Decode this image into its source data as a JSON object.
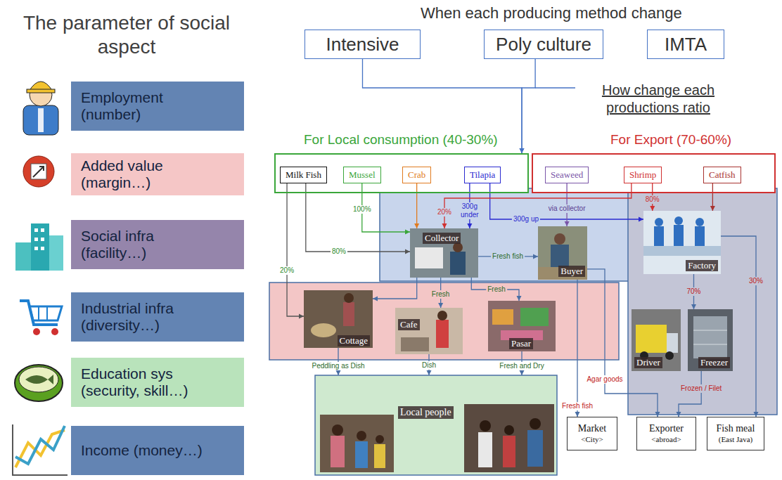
{
  "diagram": {
    "title": "The parameter of social aspect",
    "nodes": [
      {
        "text": [
          "Employment (number)"
        ]
      },
      {
        "text": [
          "Added value (margin…)"
        ]
      },
      {
        "text": [
          "Social infra (facility…)"
        ]
      },
      {
        "text": [
          "Industrial infra (diversity…)"
        ]
      },
      {
        "text": [
          "Education sys (security, skill…)"
        ]
      },
      {
        "text": [
          "Income (money…)"
        ]
      },
      {
        "text": [
          "Intensive"
        ]
      },
      {
        "text": [
          "Poly culture"
        ]
      },
      {
        "text": [
          "IMTA"
        ]
      },
      {
        "text": [
          "For Local consumption (40-30%)"
        ]
      },
      {
        "text": [
          "Milk Fish"
        ],
        "in": 9
      },
      {
        "text": [
          "Mussel"
        ],
        "in": 9
      },
      {
        "text": [
          "Crab"
        ],
        "in": 9
      },
      {
        "text": [
          "Tilapia"
        ],
        "in": 9
      },
      {
        "text": [
          "For Export (70-60%)"
        ]
      },
      {
        "text": [
          "Seaweed"
        ],
        "in": 14
      },
      {
        "text": [
          "Shrimp"
        ],
        "in": 14
      },
      {
        "text": [
          "Catfish"
        ],
        "in": 14
      },
      {
        "text": [
          "Collector"
        ]
      },
      {
        "text": [
          "Buyer"
        ]
      },
      {
        "text": [
          "Factory"
        ]
      },
      {
        "text": [
          "Cottage"
        ]
      },
      {
        "text": [
          "Cafe"
        ]
      },
      {
        "text": [
          "Pasar"
        ]
      },
      {
        "text": [
          "Driver"
        ]
      },
      {
        "text": [
          "Freezer"
        ]
      },
      {
        "text": [
          "Local people"
        ]
      },
      {
        "text": [
          "Market",
          "<City>"
        ]
      },
      {
        "text": [
          "Exporter",
          "<abroad>"
        ]
      },
      {
        "text": [
          "Fish meal",
          "(East Java)"
        ]
      }
    ],
    "edges": [
      {
        "from": 6,
        "to": 9,
        "arrow": "to"
      },
      {
        "from": 7,
        "to": 9,
        "arrow": "to"
      },
      {
        "from": 10,
        "to": 18,
        "label": "80%",
        "arrow": "to"
      },
      {
        "from": 10,
        "to": 21,
        "label": "20%",
        "arrow": "to"
      },
      {
        "from": 11,
        "to": 18,
        "label": "100%",
        "arrow": "to"
      },
      {
        "from": 12,
        "to": 18,
        "arrow": "to"
      },
      {
        "from": 13,
        "to": 18,
        "label": "300g under",
        "arrow": "to"
      },
      {
        "from": 13,
        "to": 20,
        "label": "300g up",
        "arrow": "to"
      },
      {
        "from": 16,
        "to": 18,
        "label": "20%",
        "arrow": "to"
      },
      {
        "from": 15,
        "to": 19,
        "label": "via collector",
        "arrow": "to"
      },
      {
        "from": 16,
        "to": 20,
        "label": "80%",
        "arrow": "to"
      },
      {
        "from": 17,
        "to": 20,
        "arrow": "to"
      },
      {
        "from": 18,
        "to": 19,
        "label": "Fresh fish",
        "arrow": "to"
      },
      {
        "from": 18,
        "to": 21,
        "arrow": "to"
      },
      {
        "from": 18,
        "to": 22,
        "label": "Fresh",
        "arrow": "to"
      },
      {
        "from": 18,
        "to": 23,
        "label": "Fresh",
        "arrow": "to"
      },
      {
        "from": 20,
        "to": 25,
        "label": "70%",
        "arrow": "to"
      },
      {
        "from": 20,
        "to": 29,
        "label": "30%",
        "arrow": "to"
      },
      {
        "from": 21,
        "to": 26,
        "label": "Peddling as Dish",
        "arrow": "to"
      },
      {
        "from": 22,
        "to": 26,
        "label": "Dish",
        "arrow": "to"
      },
      {
        "from": 23,
        "to": 26,
        "label": "Fresh and Dry",
        "arrow": "to"
      },
      {
        "from": 19,
        "to": 27,
        "label": "Fresh fish",
        "arrow": "to"
      },
      {
        "from": 19,
        "to": 28,
        "label": "Agar goods",
        "arrow": "to"
      },
      {
        "from": 25,
        "to": 28,
        "label": "Frozen / Filet",
        "arrow": "to"
      }
    ],
    "labels": [
      "When each producing method change",
      "How change each productions ratio"
    ]
  }
}
